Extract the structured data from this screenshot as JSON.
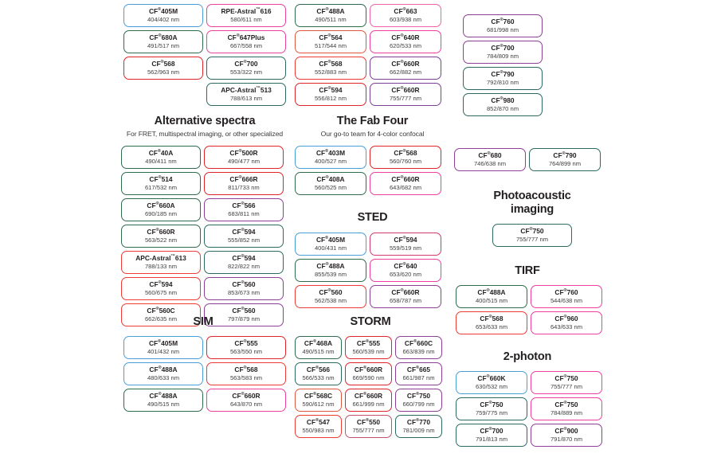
{
  "meta": {
    "trademark_glyph": "®",
    "tm_glyph": "™"
  },
  "sections": [
    {
      "key": "top_block_1",
      "title": "",
      "subtitle": "",
      "columns": [
        {
          "chips": [
            {
              "name": "CF",
              "sup": "®",
              "suffix": "405M",
              "wl": "404/402 nm",
              "color": "#4a9fd8"
            },
            {
              "name": "CF",
              "sup": "®",
              "suffix": "680A",
              "wl": "491/517 nm",
              "color": "#2f6b4f"
            },
            {
              "name": "CF",
              "sup": "®",
              "suffix": "568",
              "wl": "562/963 nm",
              "color": "#e1232a"
            }
          ]
        },
        {
          "chips": [
            {
              "name": "RPE-Astral",
              "sup": "™",
              "suffix": "616",
              "wl": "580/611 nm",
              "color": "#e8429a"
            },
            {
              "name": "CF",
              "sup": "®",
              "suffix": "647Plus",
              "wl": "667/558 nm",
              "color": "#e8429a"
            },
            {
              "name": "CF",
              "sup": "®",
              "suffix": "700",
              "wl": "553/322 nm",
              "color": "#2b6b62"
            },
            {
              "name": "APC-Astral",
              "sup": "™",
              "suffix": "513",
              "wl": "788/613 nm",
              "color": "#2b6b62"
            }
          ]
        }
      ]
    },
    {
      "key": "top_block_2",
      "title": "",
      "subtitle": "",
      "columns": [
        {
          "chips": [
            {
              "name": "CF",
              "sup": "®",
              "suffix": "488A",
              "wl": "490/511 nm",
              "color": "#2f6b4f"
            },
            {
              "name": "CF",
              "sup": "®",
              "suffix": "564",
              "wl": "517/544 nm",
              "color": "#e0573f"
            },
            {
              "name": "CF",
              "sup": "®",
              "suffix": "568",
              "wl": "552/883 nm",
              "color": "#ee3b33"
            },
            {
              "name": "CF",
              "sup": "®",
              "suffix": "594",
              "wl": "556/812 nm",
              "color": "#e1232a"
            }
          ]
        },
        {
          "chips": [
            {
              "name": "CF",
              "sup": "®",
              "suffix": "663",
              "wl": "603/938 nm",
              "color": "#ee62a8"
            },
            {
              "name": "CF",
              "sup": "®",
              "suffix": "640R",
              "wl": "620/533 nm",
              "color": "#ee3f9e"
            },
            {
              "name": "CF",
              "sup": "®",
              "suffix": "660R",
              "wl": "662/882 nm",
              "color": "#7b3f98"
            },
            {
              "name": "CF",
              "sup": "®",
              "suffix": "660R",
              "wl": "755/777 nm",
              "color": "#7b3f98"
            }
          ]
        }
      ]
    },
    {
      "key": "top_block_3",
      "title": "",
      "subtitle": "",
      "columns": [
        {
          "chips": [
            {
              "name": "CF",
              "sup": "®",
              "suffix": "760",
              "wl": "681/998 nm",
              "color": "#8e3f96"
            },
            {
              "name": "CF",
              "sup": "®",
              "suffix": "700",
              "wl": "784/809 nm",
              "color": "#8e3f96"
            },
            {
              "name": "CF",
              "sup": "®",
              "suffix": "790",
              "wl": "792/810 nm",
              "color": "#2b6b62"
            },
            {
              "name": "CF",
              "sup": "®",
              "suffix": "980",
              "wl": "852/870 nm",
              "color": "#2b6b62"
            }
          ]
        }
      ]
    },
    {
      "key": "alternative_spectra",
      "title": "Alternative spectra",
      "subtitle": "For FRET, multispectral imaging, or other specialized",
      "columns": [
        {
          "chips": [
            {
              "name": "CF",
              "sup": "®",
              "suffix": "40A",
              "wl": "490/411 nm",
              "color": "#2f6b4f"
            },
            {
              "name": "CF",
              "sup": "®",
              "suffix": "514",
              "wl": "617/532 nm",
              "color": "#2f6b4f"
            },
            {
              "name": "CF",
              "sup": "®",
              "suffix": "660A",
              "wl": "690/185 nm",
              "color": "#2f6b4f"
            },
            {
              "name": "CF",
              "sup": "®",
              "suffix": "660R",
              "wl": "563/522 nm",
              "color": "#2f6b4f"
            },
            {
              "name": "APC-Astral",
              "sup": "™",
              "suffix": "613",
              "wl": "788/133 nm",
              "color": "#ee3b33"
            },
            {
              "name": "CF",
              "sup": "®",
              "suffix": "594",
              "wl": "560/675 nm",
              "color": "#ee3b33"
            },
            {
              "name": "CF",
              "sup": "®",
              "suffix": "560C",
              "wl": "662/635 nm",
              "color": "#ee3b33"
            }
          ]
        },
        {
          "chips": [
            {
              "name": "CF",
              "sup": "®",
              "suffix": "500R",
              "wl": "490/477 nm",
              "color": "#e1232a"
            },
            {
              "name": "CF",
              "sup": "®",
              "suffix": "666R",
              "wl": "811/733 nm",
              "color": "#e1232a"
            },
            {
              "name": "CF",
              "sup": "®",
              "suffix": "566",
              "wl": "683/811 nm",
              "color": "#8e3f96"
            },
            {
              "name": "CF",
              "sup": "®",
              "suffix": "594",
              "wl": "555/852 nm",
              "color": "#2b6b62"
            },
            {
              "name": "CF",
              "sup": "®",
              "suffix": "594",
              "wl": "822/822 nm",
              "color": "#2b6b62"
            },
            {
              "name": "CF",
              "sup": "®",
              "suffix": "560",
              "wl": "853/673 nm",
              "color": "#8e3f96"
            },
            {
              "name": "CF",
              "sup": "®",
              "suffix": "560",
              "wl": "797/879 nm",
              "color": "#8e3f96"
            }
          ]
        }
      ]
    },
    {
      "key": "fab_four",
      "title": "The Fab Four",
      "subtitle": "Our go-to team for 4-color confocal",
      "columns": [
        {
          "chips": [
            {
              "name": "CF",
              "sup": "®",
              "suffix": "403M",
              "wl": "400/527 nm",
              "color": "#4a9fd8"
            },
            {
              "name": "CF",
              "sup": "®",
              "suffix": "408A",
              "wl": "560/525 nm",
              "color": "#2f6b4f"
            }
          ]
        },
        {
          "chips": [
            {
              "name": "CF",
              "sup": "®",
              "suffix": "568",
              "wl": "560/760 nm",
              "color": "#e1232a"
            },
            {
              "name": "CF",
              "sup": "®",
              "suffix": "660R",
              "wl": "643/682 nm",
              "color": "#ee3f9e"
            }
          ]
        }
      ]
    },
    {
      "key": "sted",
      "title": "STED",
      "subtitle": "",
      "columns": [
        {
          "chips": [
            {
              "name": "CF",
              "sup": "®",
              "suffix": "405M",
              "wl": "400/431 nm",
              "color": "#4a9fd8"
            },
            {
              "name": "CF",
              "sup": "®",
              "suffix": "488A",
              "wl": "855/539 nm",
              "color": "#2f6b4f"
            },
            {
              "name": "CF",
              "sup": "®",
              "suffix": "560",
              "wl": "562/538 nm",
              "color": "#ee3b33"
            }
          ]
        },
        {
          "chips": [
            {
              "name": "CF",
              "sup": "®",
              "suffix": "594",
              "wl": "559/519 nm",
              "color": "#d13a6a"
            },
            {
              "name": "CF",
              "sup": "®",
              "suffix": "640",
              "wl": "653/620 nm",
              "color": "#ee3f9e"
            },
            {
              "name": "CF",
              "sup": "®",
              "suffix": "660R",
              "wl": "658/787 nm",
              "color": "#8e3f96"
            }
          ]
        }
      ]
    },
    {
      "key": "pair_680_790",
      "title": "",
      "subtitle": "",
      "columns": [
        {
          "chips": [
            {
              "name": "CF",
              "sup": "®",
              "suffix": "680",
              "wl": "746/638 nm",
              "color": "#8e3f96"
            }
          ]
        },
        {
          "chips": [
            {
              "name": "CF",
              "sup": "®",
              "suffix": "790",
              "wl": "764/899 nm",
              "color": "#2b6b62"
            }
          ]
        }
      ]
    },
    {
      "key": "photoacoustic",
      "title": "Photoacoustic\nimaging",
      "subtitle": "",
      "columns": [
        {
          "chips": [
            {
              "name": "CF",
              "sup": "®",
              "suffix": "750",
              "wl": "755/777 nm",
              "color": "#2b6b62"
            }
          ]
        }
      ]
    },
    {
      "key": "tirf",
      "title": "TIRF",
      "subtitle": "",
      "columns": [
        {
          "chips": [
            {
              "name": "CF",
              "sup": "®",
              "suffix": "488A",
              "wl": "400/515 nm",
              "color": "#2f6b4f"
            },
            {
              "name": "CF",
              "sup": "®",
              "suffix": "568",
              "wl": "653/633 nm",
              "color": "#ee3b33"
            }
          ]
        },
        {
          "chips": [
            {
              "name": "CF",
              "sup": "®",
              "suffix": "760",
              "wl": "544/638 nm",
              "color": "#ee3f9e"
            },
            {
              "name": "CF",
              "sup": "®",
              "suffix": "960",
              "wl": "643/633 nm",
              "color": "#ee3f9e"
            }
          ]
        }
      ]
    },
    {
      "key": "sim",
      "title": "SIM",
      "subtitle": "",
      "columns": [
        {
          "chips": [
            {
              "name": "CF",
              "sup": "®",
              "suffix": "405M",
              "wl": "401/432 nm",
              "color": "#4a9fd8"
            },
            {
              "name": "CF",
              "sup": "®",
              "suffix": "488A",
              "wl": "480/633 nm",
              "color": "#4a9fd8"
            },
            {
              "name": "CF",
              "sup": "®",
              "suffix": "488A",
              "wl": "490/515 nm",
              "color": "#2f6b4f"
            }
          ]
        },
        {
          "chips": [
            {
              "name": "CF",
              "sup": "®",
              "suffix": "555",
              "wl": "563/550 nm",
              "color": "#e1232a"
            },
            {
              "name": "CF",
              "sup": "®",
              "suffix": "568",
              "wl": "563/583 nm",
              "color": "#ee3b33"
            },
            {
              "name": "CF",
              "sup": "®",
              "suffix": "660R",
              "wl": "643/870 nm",
              "color": "#ee3f9e"
            }
          ]
        }
      ]
    },
    {
      "key": "storm",
      "title": "STORM",
      "subtitle": "",
      "columns": [
        {
          "chips": [
            {
              "name": "CF",
              "sup": "®",
              "suffix": "468A",
              "wl": "490/515 nm",
              "color": "#2f6b4f"
            },
            {
              "name": "CF",
              "sup": "®",
              "suffix": "566",
              "wl": "566/533 nm",
              "color": "#2b6b62"
            },
            {
              "name": "CF",
              "sup": "®",
              "suffix": "568C",
              "wl": "590/612 nm",
              "color": "#e0573f"
            },
            {
              "name": "CF",
              "sup": "®",
              "suffix": "547",
              "wl": "550/983 nm",
              "color": "#ee3b33"
            }
          ]
        },
        {
          "chips": [
            {
              "name": "CF",
              "sup": "®",
              "suffix": "555",
              "wl": "560/539 nm",
              "color": "#e1232a"
            },
            {
              "name": "CF",
              "sup": "®",
              "suffix": "660R",
              "wl": "669/590 nm",
              "color": "#e1232a"
            },
            {
              "name": "CF",
              "sup": "®",
              "suffix": "660R",
              "wl": "661/999 nm",
              "color": "#e1232a"
            },
            {
              "name": "CF",
              "sup": "®",
              "suffix": "550",
              "wl": "755/777 nm",
              "color": "#c0546a"
            }
          ]
        },
        {
          "chips": [
            {
              "name": "CF",
              "sup": "®",
              "suffix": "660C",
              "wl": "663/839 nm",
              "color": "#8e3f96"
            },
            {
              "name": "CF",
              "sup": "®",
              "suffix": "665",
              "wl": "661/987 nm",
              "color": "#8e3f96"
            },
            {
              "name": "CF",
              "sup": "®",
              "suffix": "750",
              "wl": "660/799 nm",
              "color": "#8e3f96"
            },
            {
              "name": "CF",
              "sup": "®",
              "suffix": "770",
              "wl": "781/009 nm",
              "color": "#2b6b62"
            }
          ]
        }
      ]
    },
    {
      "key": "two_photon",
      "title": "2-photon",
      "subtitle": "",
      "columns": [
        {
          "chips": [
            {
              "name": "CF",
              "sup": "®",
              "suffix": "660K",
              "wl": "630/532 nm",
              "color": "#4a9fd8"
            },
            {
              "name": "CF",
              "sup": "®",
              "suffix": "750",
              "wl": "759/775 nm",
              "color": "#2b6b62"
            },
            {
              "name": "CF",
              "sup": "®",
              "suffix": "700",
              "wl": "791/813 nm",
              "color": "#2b6b62"
            }
          ]
        },
        {
          "chips": [
            {
              "name": "CF",
              "sup": "®",
              "suffix": "750",
              "wl": "755/777 nm",
              "color": "#ee3f9e"
            },
            {
              "name": "CF",
              "sup": "®",
              "suffix": "750",
              "wl": "784/889 nm",
              "color": "#ee3f9e"
            },
            {
              "name": "CF",
              "sup": "®",
              "suffix": "900",
              "wl": "791/870 nm",
              "color": "#8e3f96"
            }
          ]
        }
      ]
    }
  ]
}
